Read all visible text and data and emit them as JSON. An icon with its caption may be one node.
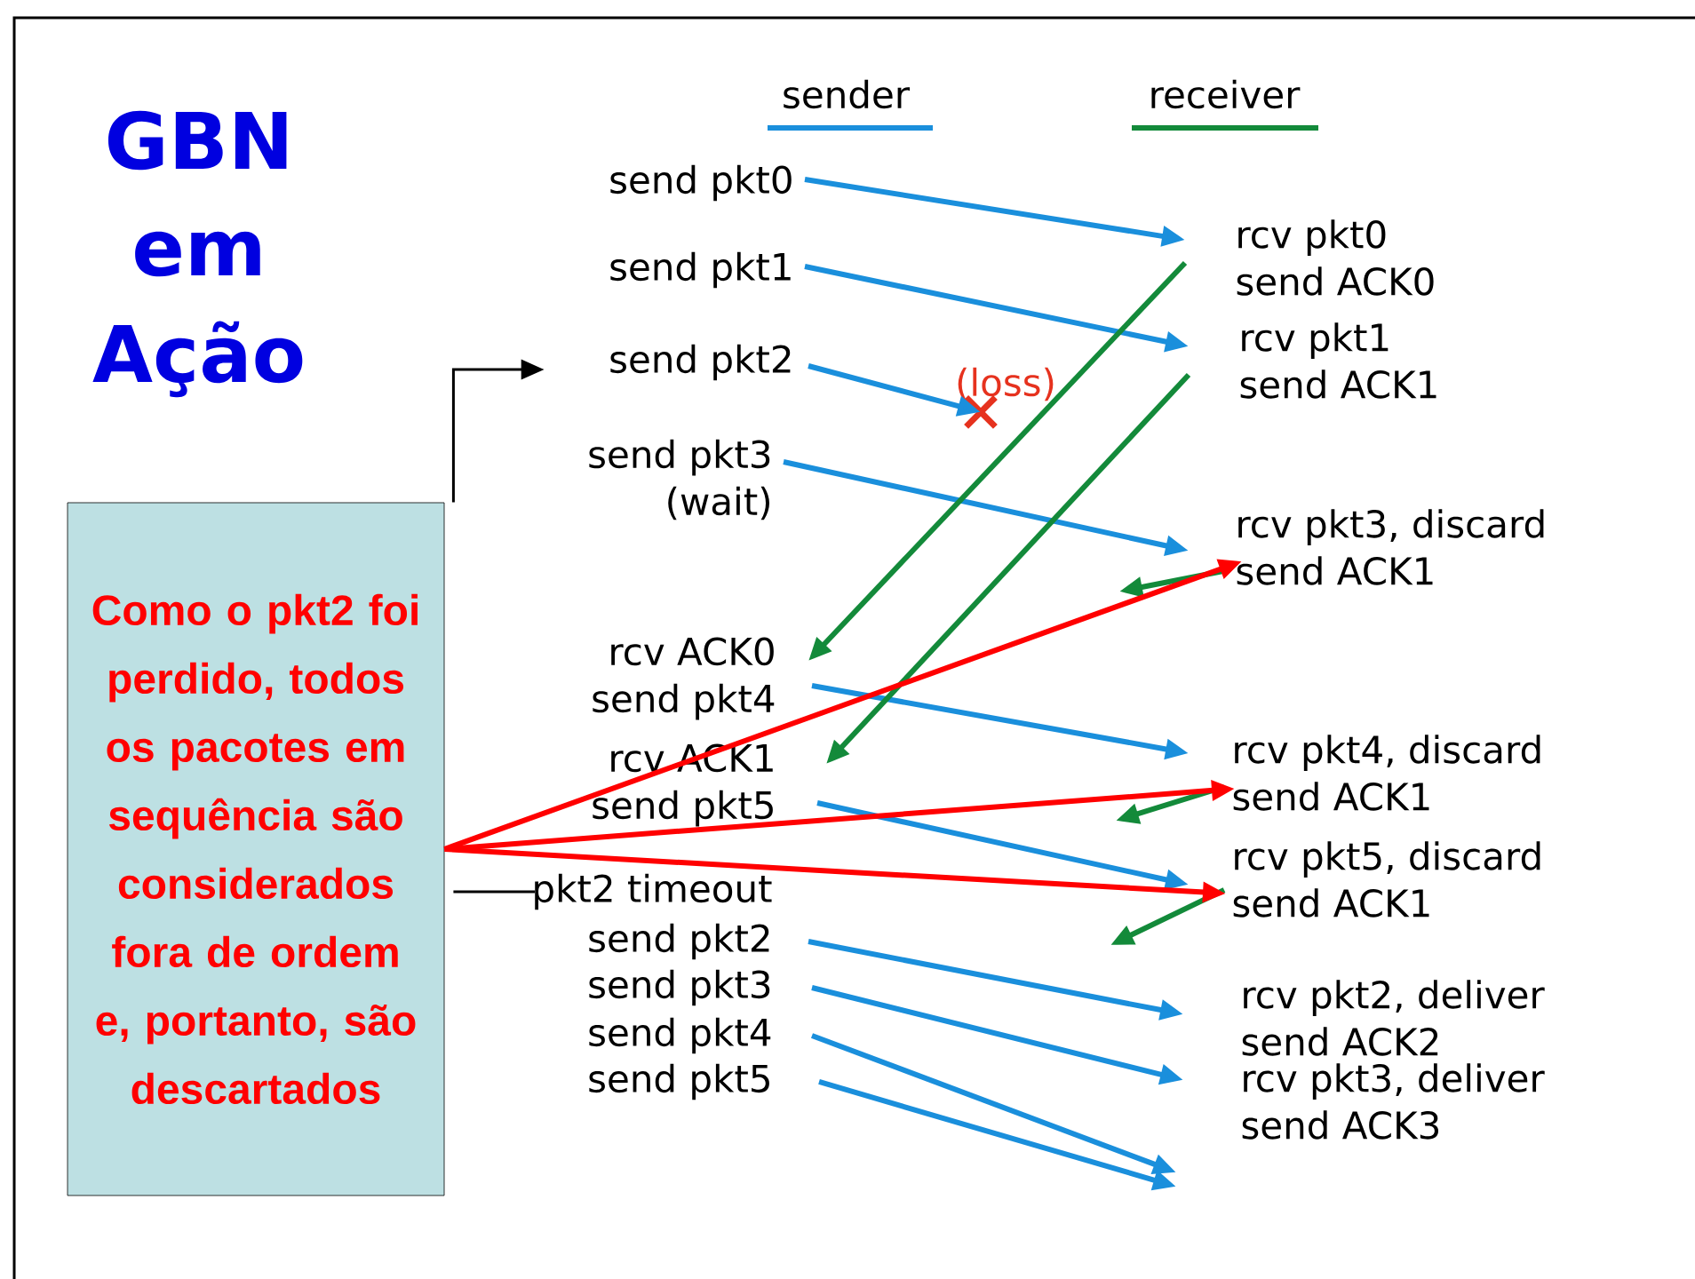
{
  "diagram": {
    "title": "GBN em Ação",
    "nodes": [
      {
        "text": [
          "Como o pkt2 foi perdido, todos os pacotes em sequência são considerados fora de ordem e, portanto, são descartados"
        ]
      },
      {
        "text": [
          "send pkt0"
        ]
      },
      {
        "text": [
          "send pkt1"
        ]
      },
      {
        "text": [
          "send pkt2"
        ]
      },
      {
        "text": [
          "send pkt3",
          "(wait)"
        ]
      },
      {
        "text": [
          "rcv ACK0",
          "send pkt4"
        ]
      },
      {
        "text": [
          "rcv ACK1",
          "send pkt5"
        ]
      },
      {
        "text": [
          "pkt2 timeout"
        ]
      },
      {
        "text": [
          "send pkt2"
        ]
      },
      {
        "text": [
          "send pkt3"
        ]
      },
      {
        "text": [
          "send pkt4"
        ]
      },
      {
        "text": [
          "send pkt5"
        ]
      },
      {
        "text": [
          "rcv pkt0",
          "send ACK0"
        ]
      },
      {
        "text": [
          "rcv pkt1",
          "send ACK1"
        ]
      },
      {
        "text": [
          "rcv pkt3, discard",
          "send ACK1"
        ]
      },
      {
        "text": [
          "rcv pkt4, discard",
          "send ACK1"
        ]
      },
      {
        "text": [
          "rcv pkt5, discard",
          "send ACK1"
        ]
      },
      {
        "text": [
          "rcv pkt2, deliver",
          "send ACK2"
        ]
      },
      {
        "text": [
          "rcv pkt3, deliver",
          "send ACK3"
        ]
      },
      {
        "text": [],
        "shape": "cross",
        "beside": [
          "(loss)"
        ]
      }
    ],
    "edges": [
      {
        "from": 1,
        "to": 12,
        "arrow": "to"
      },
      {
        "from": 2,
        "to": 13,
        "arrow": "to"
      },
      {
        "from": 3,
        "to": 19,
        "arrow": "to"
      },
      {
        "from": 4,
        "to": 14,
        "arrow": "to"
      },
      {
        "from": 5,
        "to": 15,
        "arrow": "to"
      },
      {
        "from": 6,
        "to": 16,
        "arrow": "to"
      },
      {
        "from": 8,
        "to": 17,
        "arrow": "to"
      },
      {
        "from": 9,
        "to": 18,
        "arrow": "to"
      },
      {
        "from": 10,
        "to": null,
        "arrow": "to"
      },
      {
        "from": 11,
        "to": null,
        "arrow": "to"
      },
      {
        "from": 12,
        "to": 5,
        "arrow": "to",
        "color": "#138a3a"
      },
      {
        "from": 13,
        "to": 6,
        "arrow": "to",
        "color": "#138a3a"
      },
      {
        "from": 14,
        "to": null,
        "arrow": "to",
        "color": "#138a3a"
      },
      {
        "from": 15,
        "to": null,
        "arrow": "to",
        "color": "#138a3a"
      },
      {
        "from": 16,
        "to": null,
        "arrow": "to",
        "color": "#138a3a"
      },
      {
        "from": 0,
        "to": 14,
        "arrow": "to",
        "color": "#ff0000"
      },
      {
        "from": 0,
        "to": 15,
        "arrow": "to",
        "color": "#ff0000"
      },
      {
        "from": 0,
        "to": 16,
        "arrow": "to",
        "color": "#ff0000"
      },
      {
        "from": 0,
        "to": 3,
        "arrow": "to",
        "color": "#000000"
      },
      {
        "from": 0,
        "to": 7,
        "arrow": "none",
        "color": "#000000"
      }
    ],
    "labels": [
      "sender",
      "receiver"
    ]
  }
}
